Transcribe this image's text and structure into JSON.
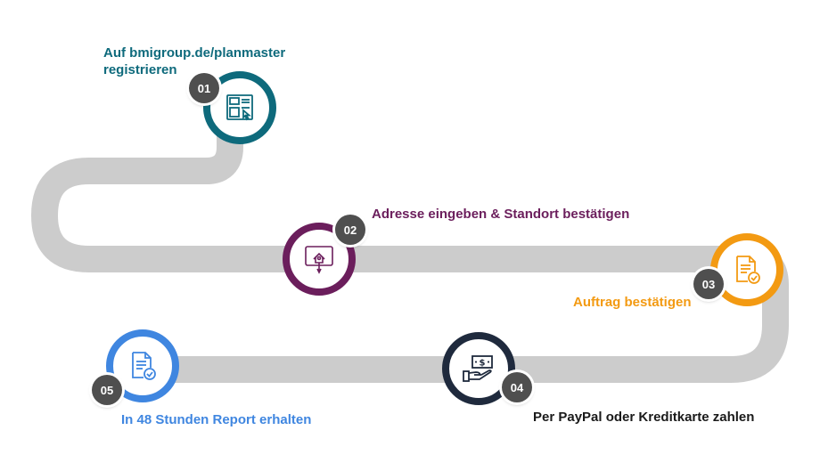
{
  "steps": [
    {
      "number": "01",
      "label_line1": "Auf bmigroup.de/planmaster",
      "label_line2": "registrieren",
      "color": "#0e6a7c",
      "icon": "web-form-icon"
    },
    {
      "number": "02",
      "label": "Adresse eingeben & Standort bestätigen",
      "color": "#6b1e5c",
      "icon": "tablet-location-icon"
    },
    {
      "number": "03",
      "label": "Auftrag bestätigen",
      "color": "#f39a12",
      "icon": "document-check-icon"
    },
    {
      "number": "04",
      "label": "Per PayPal oder Kreditkarte zahlen",
      "color": "#1f2a3d",
      "icon": "hand-money-icon"
    },
    {
      "number": "05",
      "label": "In 48 Stunden Report erhalten",
      "color": "#3f86e0",
      "icon": "report-check-icon"
    }
  ],
  "road_color": "#cccccc"
}
